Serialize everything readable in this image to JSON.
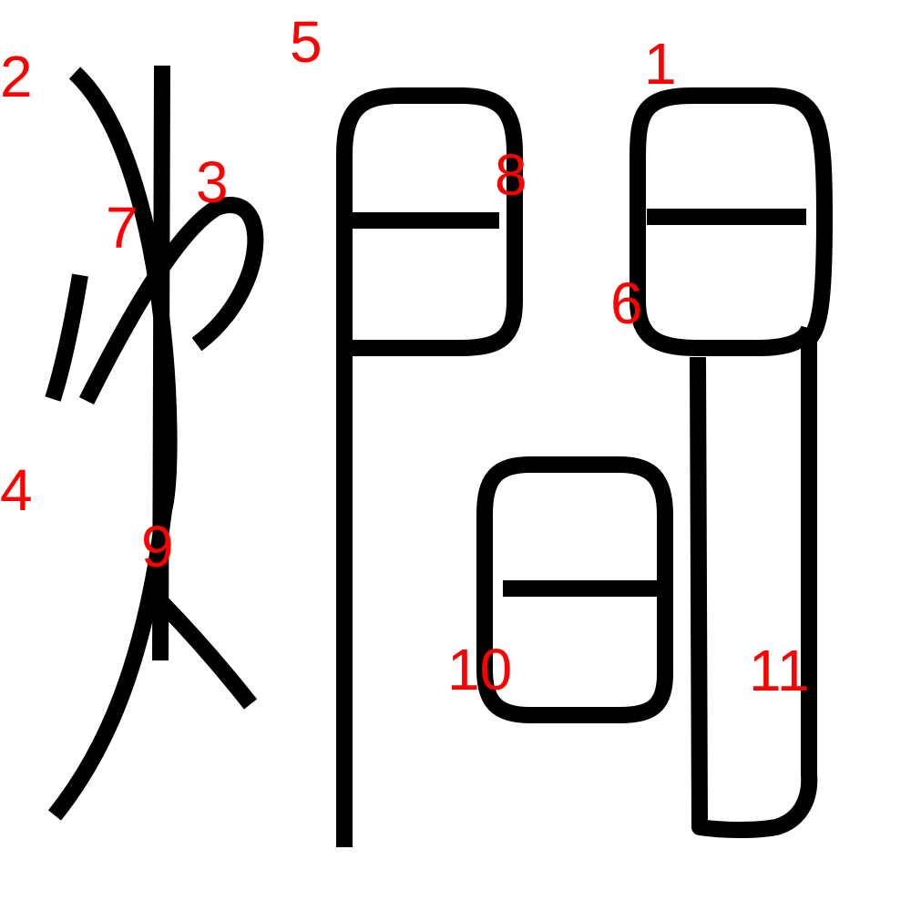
{
  "colors": {
    "stroke": "#000000",
    "label": "#ff0000",
    "background": "#ffffff"
  },
  "strokes": [
    {
      "id": "s1",
      "label": "1",
      "shape": "box-top-right-arc"
    },
    {
      "id": "s2",
      "label": "2",
      "shape": "long-curve"
    },
    {
      "id": "s3",
      "label": "3",
      "shape": "hook-loop"
    },
    {
      "id": "s4",
      "label": "4",
      "shape": "short-slash"
    },
    {
      "id": "s5",
      "label": "5",
      "shape": "vertical-with-top-box"
    },
    {
      "id": "s6",
      "label": "6",
      "shape": "box-left-bottom"
    },
    {
      "id": "s7",
      "label": "7",
      "shape": "vertical"
    },
    {
      "id": "s8",
      "label": "8",
      "shape": "horizontal"
    },
    {
      "id": "s9",
      "label": "9",
      "shape": "right-diagonal"
    },
    {
      "id": "s10",
      "label": "10",
      "shape": "small-box"
    },
    {
      "id": "s11",
      "label": "11",
      "shape": "hook-vertical"
    }
  ]
}
